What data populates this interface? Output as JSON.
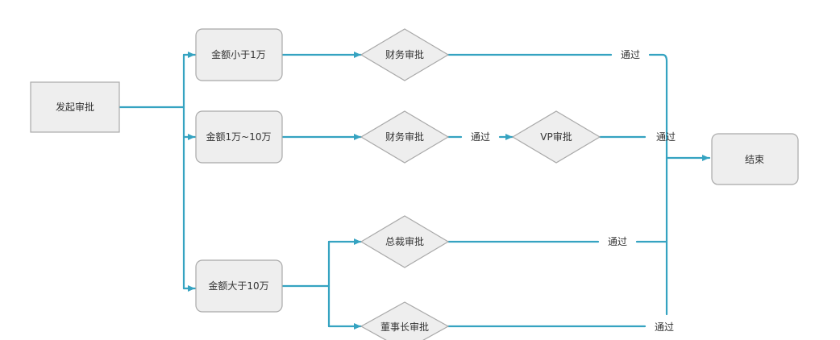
{
  "colors": {
    "edge": "#35a3c1",
    "node_fill": "#eeeeee",
    "node_stroke": "#a9a9a9",
    "text": "#333333"
  },
  "nodes": {
    "start": "发起审批",
    "amount_under_10k": "金额小于1万",
    "amount_10k_100k": "金额1万~10万",
    "amount_over_100k": "金额大于10万",
    "finance_approval_1": "财务审批",
    "finance_approval_2": "财务审批",
    "vp_approval": "VP审批",
    "ceo_approval": "总裁审批",
    "chairman_approval": "董事长审批",
    "end": "结束"
  },
  "edge_labels": {
    "pass_finance_1": "通过",
    "pass_finance_2": "通过",
    "pass_vp": "通过",
    "pass_ceo": "通过",
    "pass_chairman": "通过"
  }
}
